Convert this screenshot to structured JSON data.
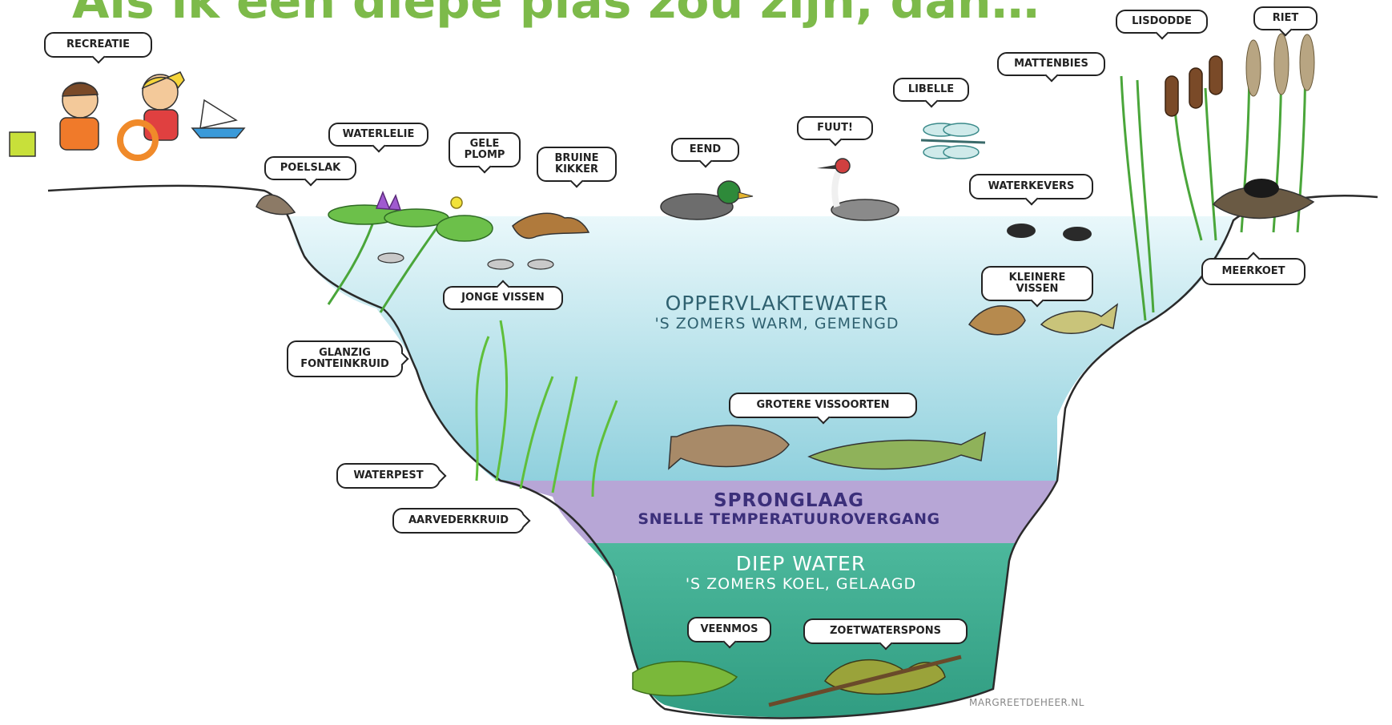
{
  "title": "Als ik een diepe plas zou zijn, dan…",
  "zones": {
    "surface": {
      "heading": "OPPERVLAKTEWATER",
      "sub": "'S ZOMERS WARM, GEMENGD"
    },
    "thermocline": {
      "heading": "SPRONGLAAG",
      "sub": "SNELLE TEMPERATUUROVERGANG"
    },
    "deep": {
      "heading": "DIEP WATER",
      "sub": "'S ZOMERS KOEL, GELAAGD"
    }
  },
  "labels": {
    "recreatie": "RECREATIE",
    "poelslak": "POELSLAK",
    "waterlelie": "WATERLELIE",
    "gele_plomp": "GELE PLOMP",
    "bruine_kikker": "BRUINE KIKKER",
    "eend": "EEND",
    "fuut": "FUUT!",
    "libelle": "LIBELLE",
    "mattenbies": "MATTENBIES",
    "lisdodde": "LISDODDE",
    "riet": "RIET",
    "waterkevers": "WATERKEVERS",
    "meerkoet": "MEERKOET",
    "kleinere_vissen": "KLEINERE VISSEN",
    "jonge_vissen": "JONGE VISSEN",
    "glanzig_fonteinkruid": "GLANZIG FONTEINKRUID",
    "grotere_vissoorten": "GROTERE VISSOORTEN",
    "waterpest": "WATERPEST",
    "aarvederkruid": "AARVEDERKRUID",
    "veenmos": "VEENMOS",
    "zoetwaterspons": "ZOETWATERSPONS"
  },
  "credit": "MARGREETDEHEER.NL",
  "colors": {
    "title": "#7dba4a",
    "surface_water": "#d8f0f6",
    "thermocline": "#b7a6d6",
    "deep_water": "#3fae94",
    "plants": "#5fbf3a"
  }
}
